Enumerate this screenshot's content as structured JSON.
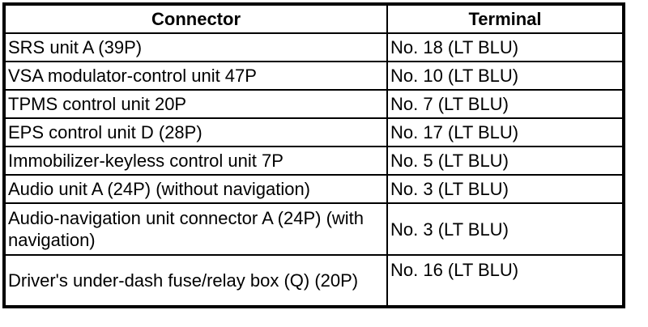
{
  "page": {
    "background_color": "#ffffff",
    "text_color": "#000000",
    "border_color": "#000000"
  },
  "table": {
    "columns": [
      {
        "label": "Connector"
      },
      {
        "label": "Terminal"
      }
    ],
    "rows": [
      {
        "connector": "SRS unit A (39P)",
        "terminal": "No. 18 (LT BLU)"
      },
      {
        "connector": "VSA modulator-control unit 47P",
        "terminal": "No. 10 (LT BLU)"
      },
      {
        "connector": "TPMS control unit 20P",
        "terminal": "No. 7 (LT BLU)"
      },
      {
        "connector": "EPS control unit D (28P)",
        "terminal": "No. 17 (LT BLU)"
      },
      {
        "connector": "Immobilizer-keyless control unit 7P",
        "terminal": "No. 5 (LT BLU)"
      },
      {
        "connector": "Audio unit A (24P) (without navigation)",
        "terminal": "No. 3 (LT BLU)"
      },
      {
        "connector": "Audio-navigation unit connector A (24P) (with navigation)",
        "terminal": "No. 3 (LT BLU)"
      },
      {
        "connector": "Driver's under-dash fuse/relay box (Q) (20P)",
        "terminal": "No. 16 (LT BLU)"
      }
    ]
  }
}
